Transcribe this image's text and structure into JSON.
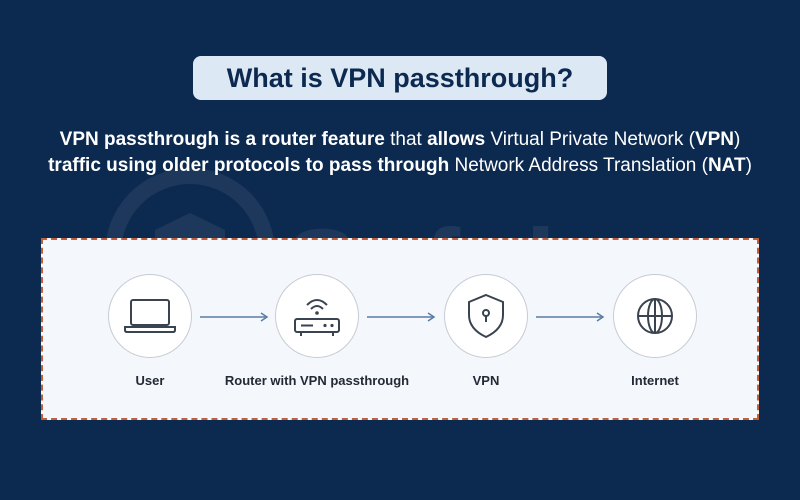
{
  "watermark": {
    "text": "Safelyo"
  },
  "header": {
    "title": "What is VPN passthrough?"
  },
  "description": {
    "segments": [
      {
        "text": "VPN passthrough is a router feature",
        "bold": true
      },
      {
        "text": " that ",
        "bold": false
      },
      {
        "text": "allows",
        "bold": true
      },
      {
        "text": " Virtual Private Network (",
        "bold": false
      },
      {
        "text": "VPN",
        "bold": true
      },
      {
        "text": ") ",
        "bold": false
      },
      {
        "text": "traffic using older protocols to pass through",
        "bold": true
      },
      {
        "text": " Network Address Translation (",
        "bold": false
      },
      {
        "text": "NAT",
        "bold": true
      },
      {
        "text": ")",
        "bold": false
      }
    ]
  },
  "diagram": {
    "nodes": [
      {
        "label": "User",
        "icon": "laptop-icon"
      },
      {
        "label": "Router with VPN passthrough",
        "icon": "router-icon"
      },
      {
        "label": "VPN",
        "icon": "shield-icon"
      },
      {
        "label": "Internet",
        "icon": "globe-icon"
      }
    ]
  },
  "colors": {
    "background": "#0c2950",
    "pill": "#dde8f5",
    "panel_border": "#c0603a",
    "arrow": "#5a7ca8",
    "icon_stroke": "#3a4350"
  }
}
